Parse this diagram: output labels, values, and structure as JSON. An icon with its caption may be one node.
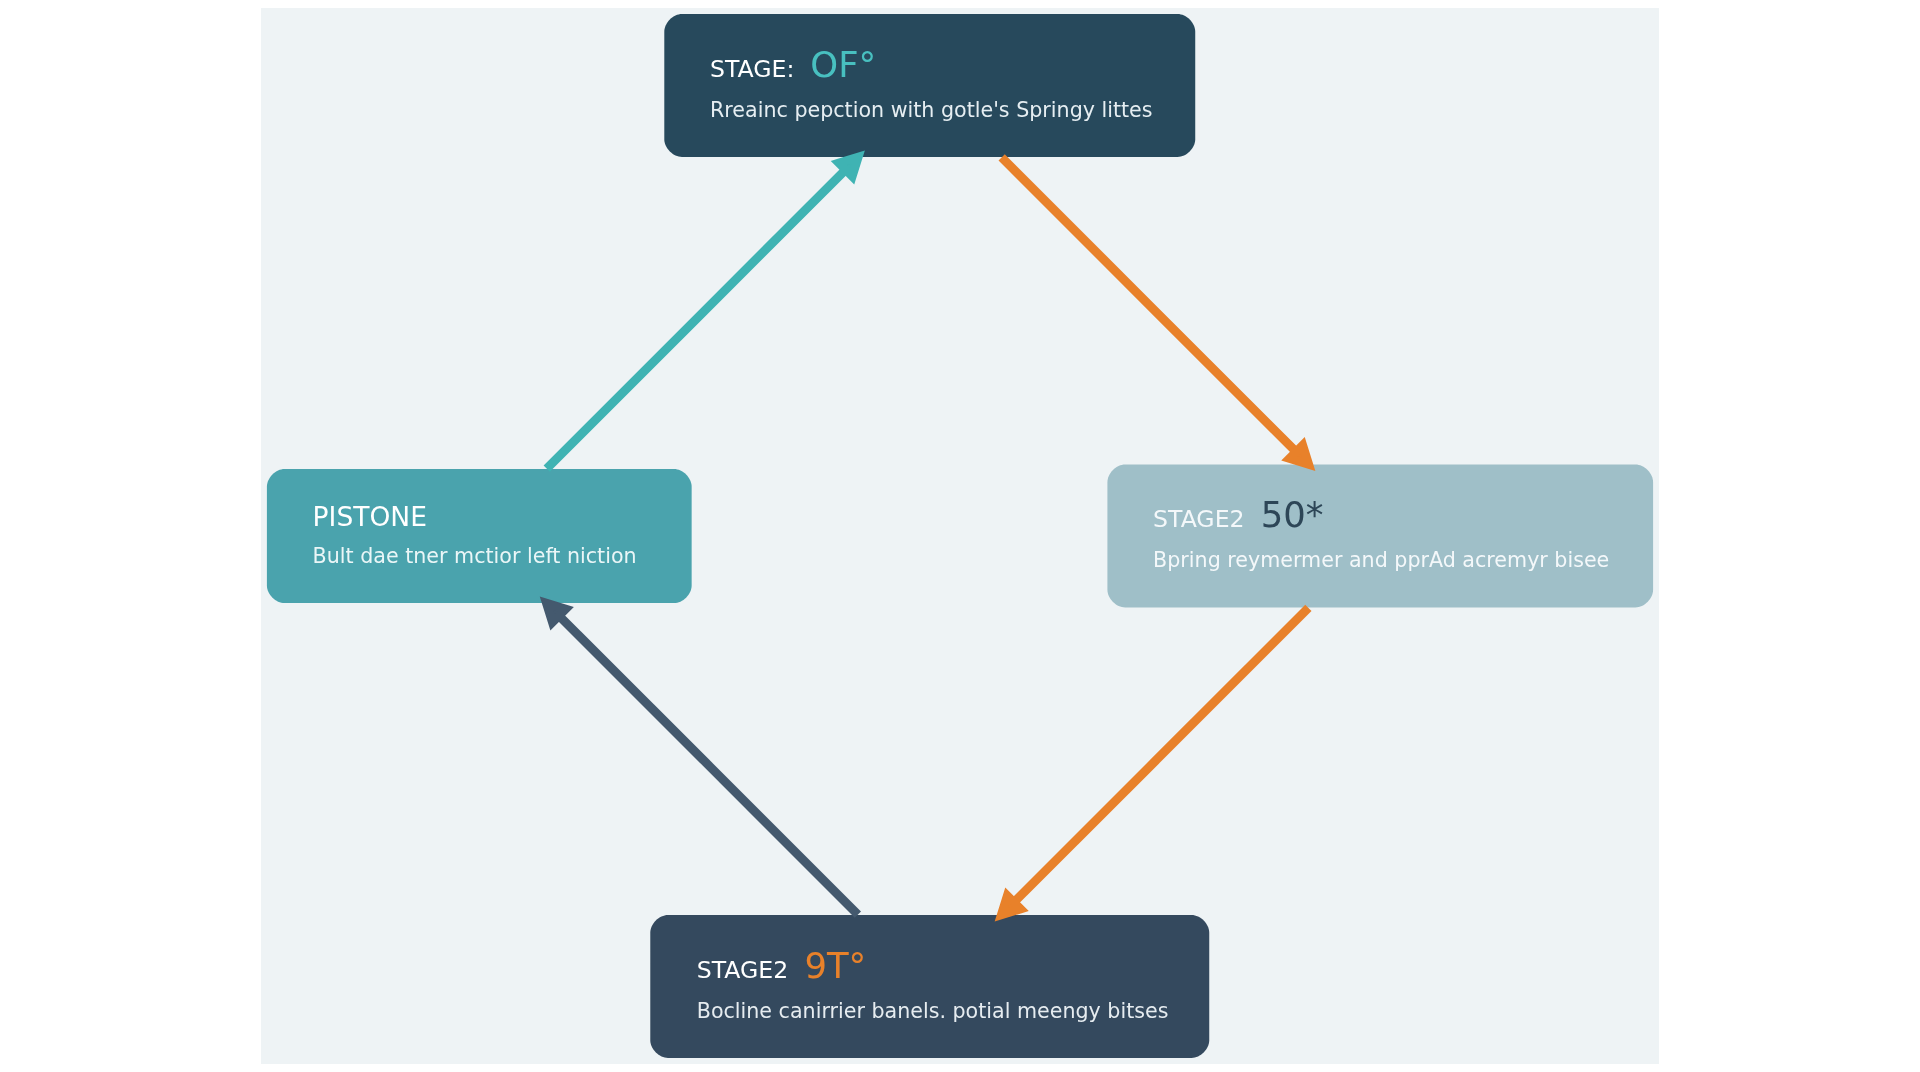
{
  "diagram": {
    "nodes": [
      {
        "text": [
          "STAGE2",
          "9T°",
          "Bocline canirrier banels. potial meengy bitses"
        ]
      },
      {
        "text": [
          "PISTONE",
          "Bult dae tner mctior left niction"
        ]
      },
      {
        "text": [
          "STAGE:",
          "OF°",
          "Rreainc pepction with gotle's Springy littes"
        ]
      },
      {
        "text": [
          "STAGE2",
          "50*",
          "Bpring reymermer and pprAd acremyr bisee"
        ]
      }
    ],
    "edges": [
      {
        "from": 0,
        "to": 1,
        "arrow": "to",
        "color": "#44596e"
      },
      {
        "from": 1,
        "to": 2,
        "arrow": "to",
        "color": "#3fb3b3"
      },
      {
        "from": 2,
        "to": 3,
        "arrow": "to",
        "color": "#e8812a"
      },
      {
        "from": 3,
        "to": 0,
        "arrow": "to",
        "color": "#e8812a"
      }
    ]
  }
}
